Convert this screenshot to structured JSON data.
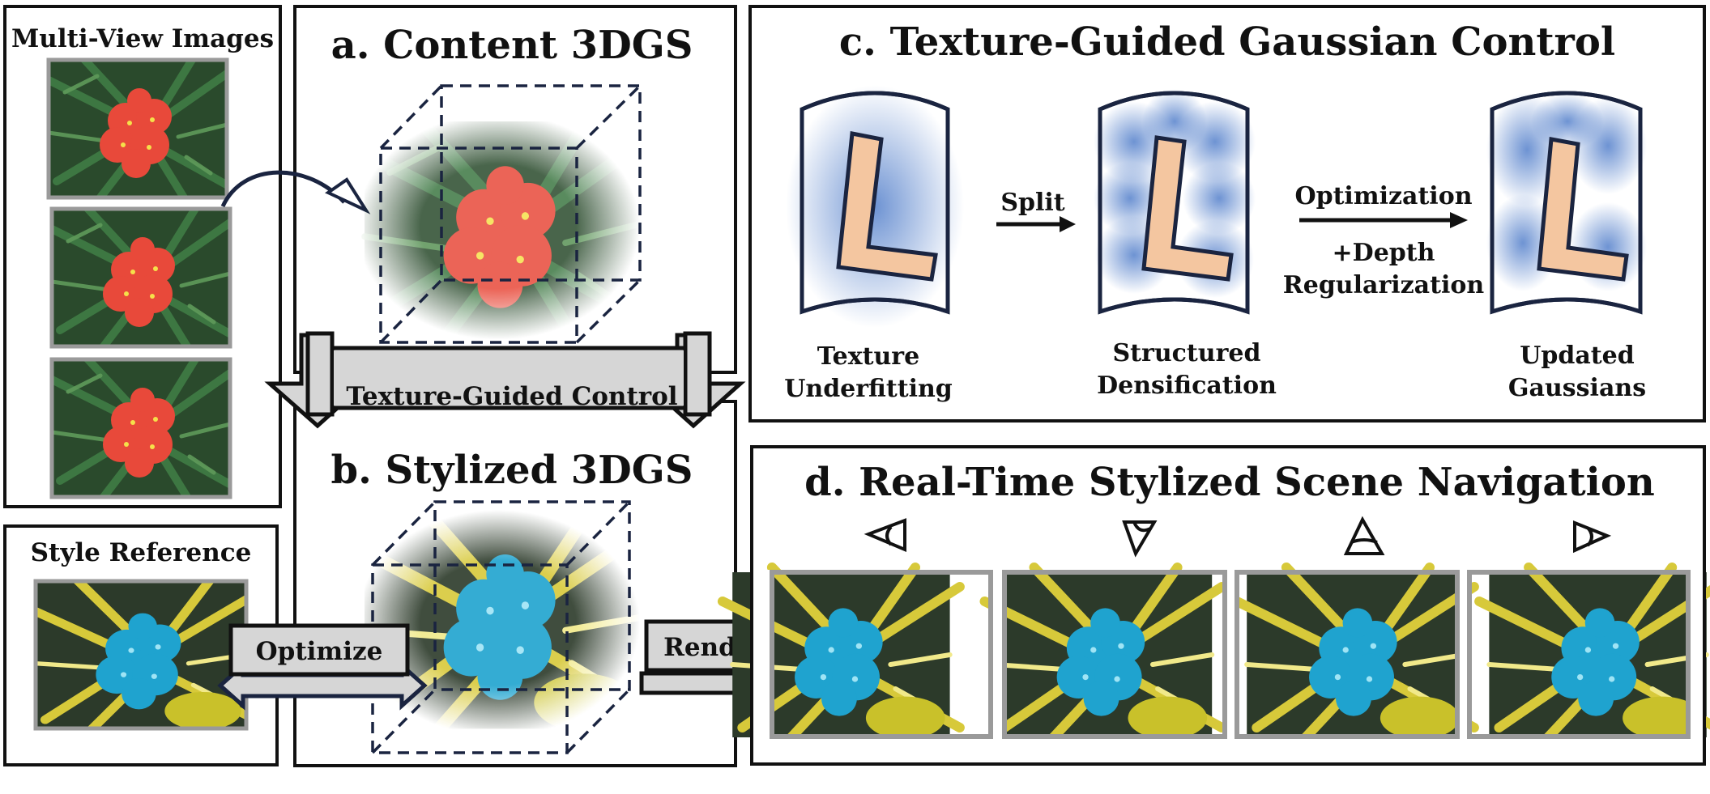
{
  "panels": {
    "multiview": {
      "title": "Multi-View Images"
    },
    "style": {
      "title": "Style Reference"
    },
    "a": {
      "title": "a. Content 3DGS"
    },
    "b": {
      "title": "b. Stylized 3DGS"
    },
    "c": {
      "title": "c. Texture-Guided Gaussian Control",
      "split_label": "Split",
      "opt_label": "Optimization",
      "depth_label1": "+Depth",
      "depth_label2": "Regularization",
      "stages": [
        {
          "line1": "Texture",
          "line2": "Underfitting"
        },
        {
          "line1": "Structured",
          "line2": "Densification"
        },
        {
          "line1": "Updated",
          "line2": "Gaussians"
        }
      ],
      "glyph": "L"
    },
    "d": {
      "title": "d. Real-Time Stylized Scene Navigation"
    }
  },
  "arrows": {
    "texture_guided_control": "Texture-Guided Control",
    "optimize": "Optimize",
    "render": "Render"
  },
  "colors": {
    "leaf_green": "#2f5a36",
    "flower_red": "#e8493a",
    "leaf_yellow": "#c8c23a",
    "flower_cyan": "#1fa3cf",
    "gaussian_blue": "#3d6fc4",
    "l_fill": "#f4c6a0",
    "outline": "#1a2440",
    "arrow_fill": "#d6d6d6"
  }
}
